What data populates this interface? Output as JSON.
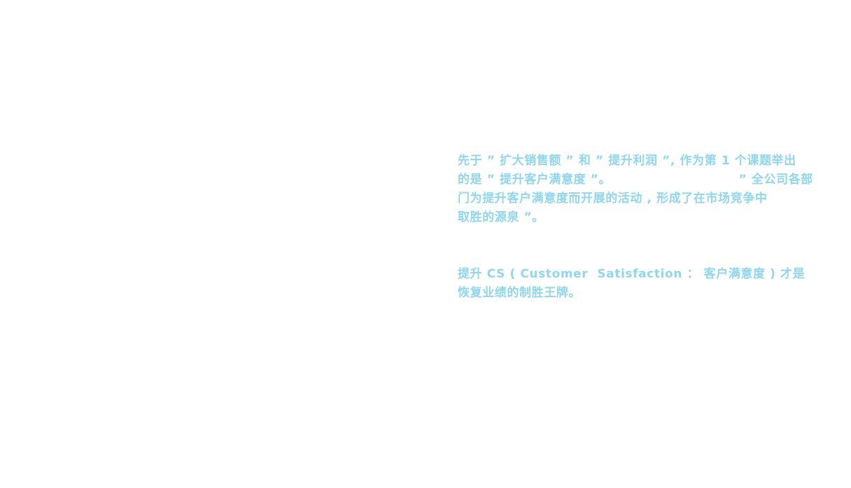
{
  "colors": {
    "background": "#ffffff",
    "text": "#8fd6ef"
  },
  "paragraph_1": {
    "lines": [
      "先于 ” 扩大销售额 ” 和 ” 提升利润 ”, 作为第 1 个课题举出",
      "的是 ” 提升客户满意度 ”。                            ” 全公司各部",
      "门为提升客户满意度而开展的活动 , 形成了在市场竞争中",
      "取胜的源泉 ”。"
    ]
  },
  "paragraph_2": {
    "lines": [
      "提升 CS ( Customer  Satisfaction ： 客户满意度 ) 才是",
      "恢复业绩的制胜王牌。"
    ]
  }
}
